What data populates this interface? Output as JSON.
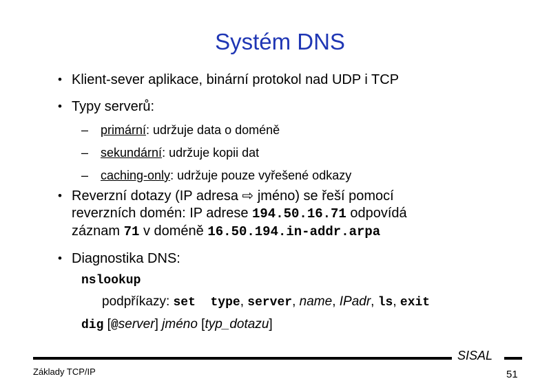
{
  "glyphs": {
    "bullet": "•",
    "dash": "–"
  },
  "slide": {
    "title": "Systém DNS"
  },
  "colors": {
    "title_blue": "#1f36b4",
    "text": "#000000"
  },
  "bullets": {
    "b1": "Klient-sever aplikace, binární protokol nad UDP i TCP",
    "b2": "Typy serverů:",
    "b4": "Diagnostika DNS:"
  },
  "subs": [
    {
      "term": "primární",
      "rest": ": udržuje data o doméně"
    },
    {
      "term": "sekundární",
      "rest": ": udržuje kopii dat"
    },
    {
      "term": "caching-only",
      "rest": ": udržuje pouze vyřešené odkazy"
    }
  ],
  "reverse": {
    "l1a": "Reverzní dotazy (IP adresa ",
    "arrow": "⇨",
    "l1b": " jméno) se řeší pomocí",
    "l2a": "reverzních domén: IP adrese ",
    "l2ip": "194.50.16.71",
    "l2b": " odpovídá",
    "l3a": "záznam ",
    "l3rec": "71",
    "l3b": " v doméně ",
    "l3domain": "16.50.194.in-addr.arpa"
  },
  "diag": {
    "nslookup": "nslookup",
    "sub_label": "podpříkazy: ",
    "cmd_set_type": "set  type",
    "sep1": ", ",
    "cmd_server": "server",
    "sep2": ", ",
    "arg_name": "name",
    "sep3": ", ",
    "arg_ipadr": "IPadr",
    "sep4": ", ",
    "cmd_ls": "ls",
    "sep5": ", ",
    "cmd_exit": "exit",
    "dig": "dig",
    "br1": " [",
    "at": "@",
    "server": "server",
    "br2": "] ",
    "jmeno": "jméno",
    "br3": " [",
    "typ": "typ_dotazu",
    "br4": "]"
  },
  "footer": {
    "brand": "SISAL",
    "course": "Základy TCP/IP",
    "page": "51"
  }
}
